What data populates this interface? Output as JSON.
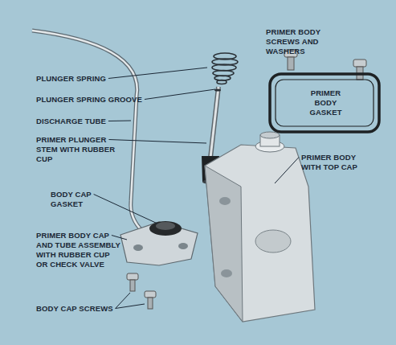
{
  "diagram": {
    "labels": [
      "PLUNGER SPRING",
      "PLUNGER SPRING GROOVE",
      "DISCHARGE TUBE",
      "PRIMER PLUNGER STEM WITH RUBBER CUP",
      "BODY CAP GASKET",
      "PRIMER BODY CAP AND TUBE ASSEMBLY WITH RUBBER CUP OR CHECK VALVE",
      "BODY CAP SCREWS",
      "PRIMER BODY SCREWS AND WASHERS",
      "PRIMER BODY GASKET",
      "PRIMER BODY WITH TOP CAP"
    ]
  }
}
